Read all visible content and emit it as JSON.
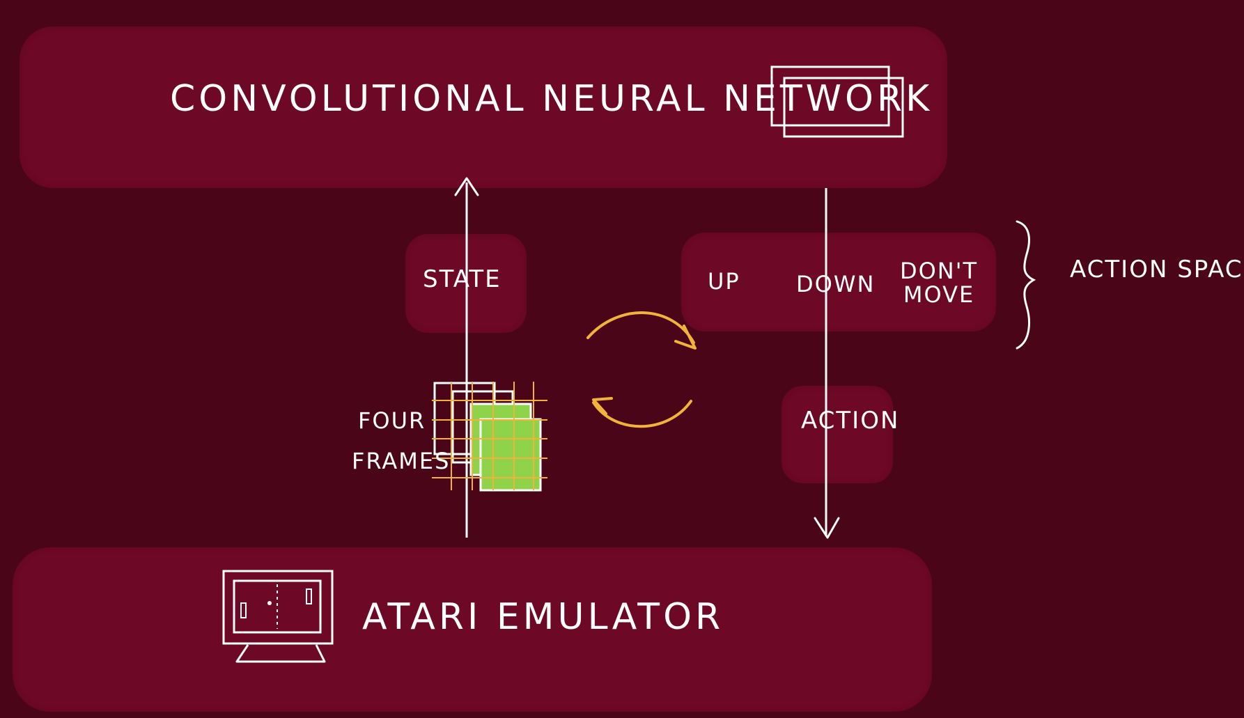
{
  "diagram": {
    "colors": {
      "background": "#4b0519",
      "box_fill": "#6d0826",
      "stroke": "#ffffff",
      "cycle_arrow": "#f0b43b",
      "frame_green": "#8fd34b",
      "frame_grid": "#f0b43b"
    },
    "top_block": {
      "label": "Convolutional neural network",
      "icon": "stacked-layers-icon"
    },
    "bottom_block": {
      "label": "Atari emulator",
      "icon": "monitor-pong-icon"
    },
    "state_box": {
      "label": "State"
    },
    "frames": {
      "label_line1": "Four",
      "label_line2": "frames",
      "icon": "stacked-frames-icon"
    },
    "action_box": {
      "label": "Action"
    },
    "action_space": {
      "label": "Action space",
      "items": [
        "Up",
        "Down",
        "Don't move"
      ]
    },
    "cycle": {
      "icon": "cycle-arrows-icon"
    }
  }
}
